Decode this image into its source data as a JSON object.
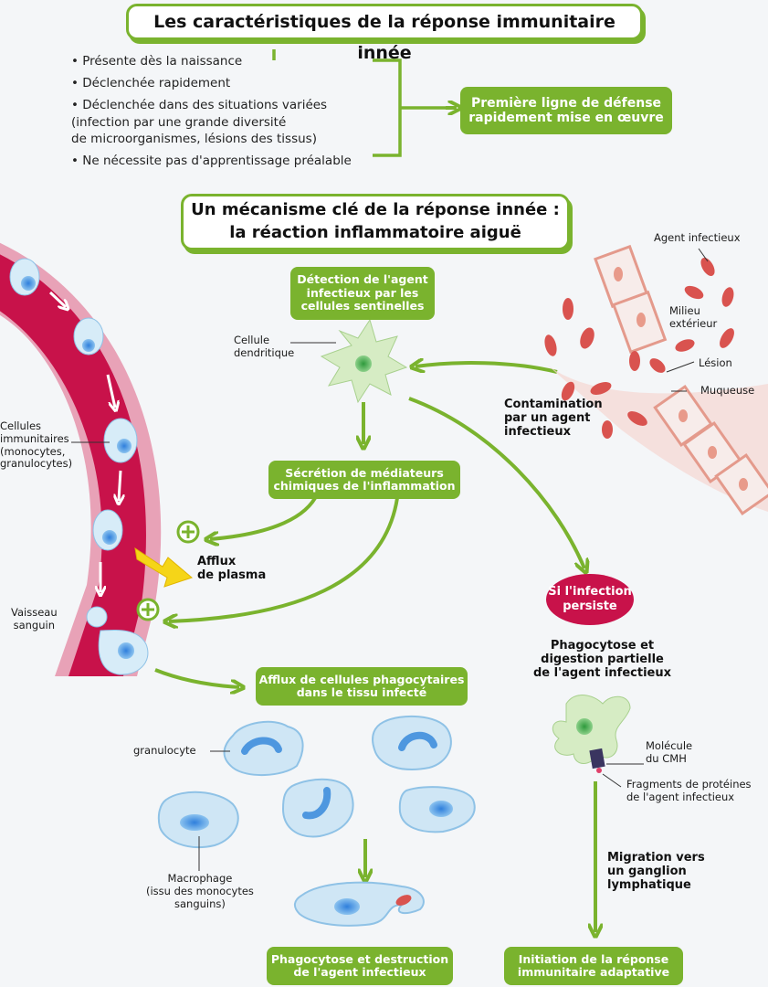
{
  "header": {
    "title": "Les caractéristiques de la réponse immunitaire innée"
  },
  "characteristics": {
    "items": [
      "• Présente dès la naissance",
      "• Déclenchée rapidement",
      "• Déclenchée dans des situations variées",
      "(infection par une grande diversité",
      "de microorganismes, lésions des tissus)",
      "• Ne nécessite pas d'apprentissage préalable"
    ],
    "conclusion_line1": "Première ligne de défense",
    "conclusion_line2": "rapidement mise en œuvre"
  },
  "mechanism": {
    "title_line1": "Un mécanisme clé de la réponse innée :",
    "title_line2": "la réaction inflammatoire aiguë"
  },
  "steps": {
    "detection": [
      "Détection de l'agent",
      "infectieux par les",
      "cellules sentinelles"
    ],
    "secretion": [
      "Sécrétion de médiateurs",
      "chimiques de l'inflammation"
    ],
    "afflux_cells": [
      "Afflux de cellules phagocytaires",
      "dans le tissu infecté"
    ],
    "phagocytosis_destruction": [
      "Phagocytose et destruction",
      "de l'agent infectieux"
    ],
    "adaptive_initiation": [
      "Initiation de la réponse",
      "immunitaire adaptative"
    ]
  },
  "labels": {
    "agent_infectieux": "Agent infectieux",
    "milieu_exterieur": [
      "Milieu",
      "extérieur"
    ],
    "lesion": "Lésion",
    "muqueuse": "Muqueuse",
    "contamination": [
      "Contamination",
      "par un agent",
      "infectieux"
    ],
    "cellule_dendritique": [
      "Cellule",
      "dendritique"
    ],
    "cellules_immunitaires": [
      "Cellules",
      "immunitaires",
      "(monocytes,",
      "granulocytes)"
    ],
    "afflux_plasma": [
      "Afflux",
      "de plasma"
    ],
    "vaisseau_sanguin": [
      "Vaisseau",
      "sanguin"
    ],
    "granulocyte": "granulocyte",
    "macrophage": [
      "Macrophage",
      "(issu des monocytes",
      "sanguins)"
    ],
    "si_infection_persiste": [
      "Si l'infection",
      "persiste"
    ],
    "phagocytose_digestion": [
      "Phagocytose et",
      "digestion partielle",
      "de l'agent infectieux"
    ],
    "molecule_cmh": [
      "Molécule",
      "du CMH"
    ],
    "fragments_proteines": [
      "Fragments de protéines",
      "de l'agent infectieux"
    ],
    "migration": [
      "Migration vers",
      "un ganglion",
      "lymphatique"
    ],
    "plus_sign": "+"
  },
  "colors": {
    "accent_green": "#7ab32e",
    "vessel_red": "#c8124a",
    "bacteria_red": "#d9534f",
    "cell_blue": "#cfe6f5",
    "dendritic_green": "#d6ecc4"
  }
}
